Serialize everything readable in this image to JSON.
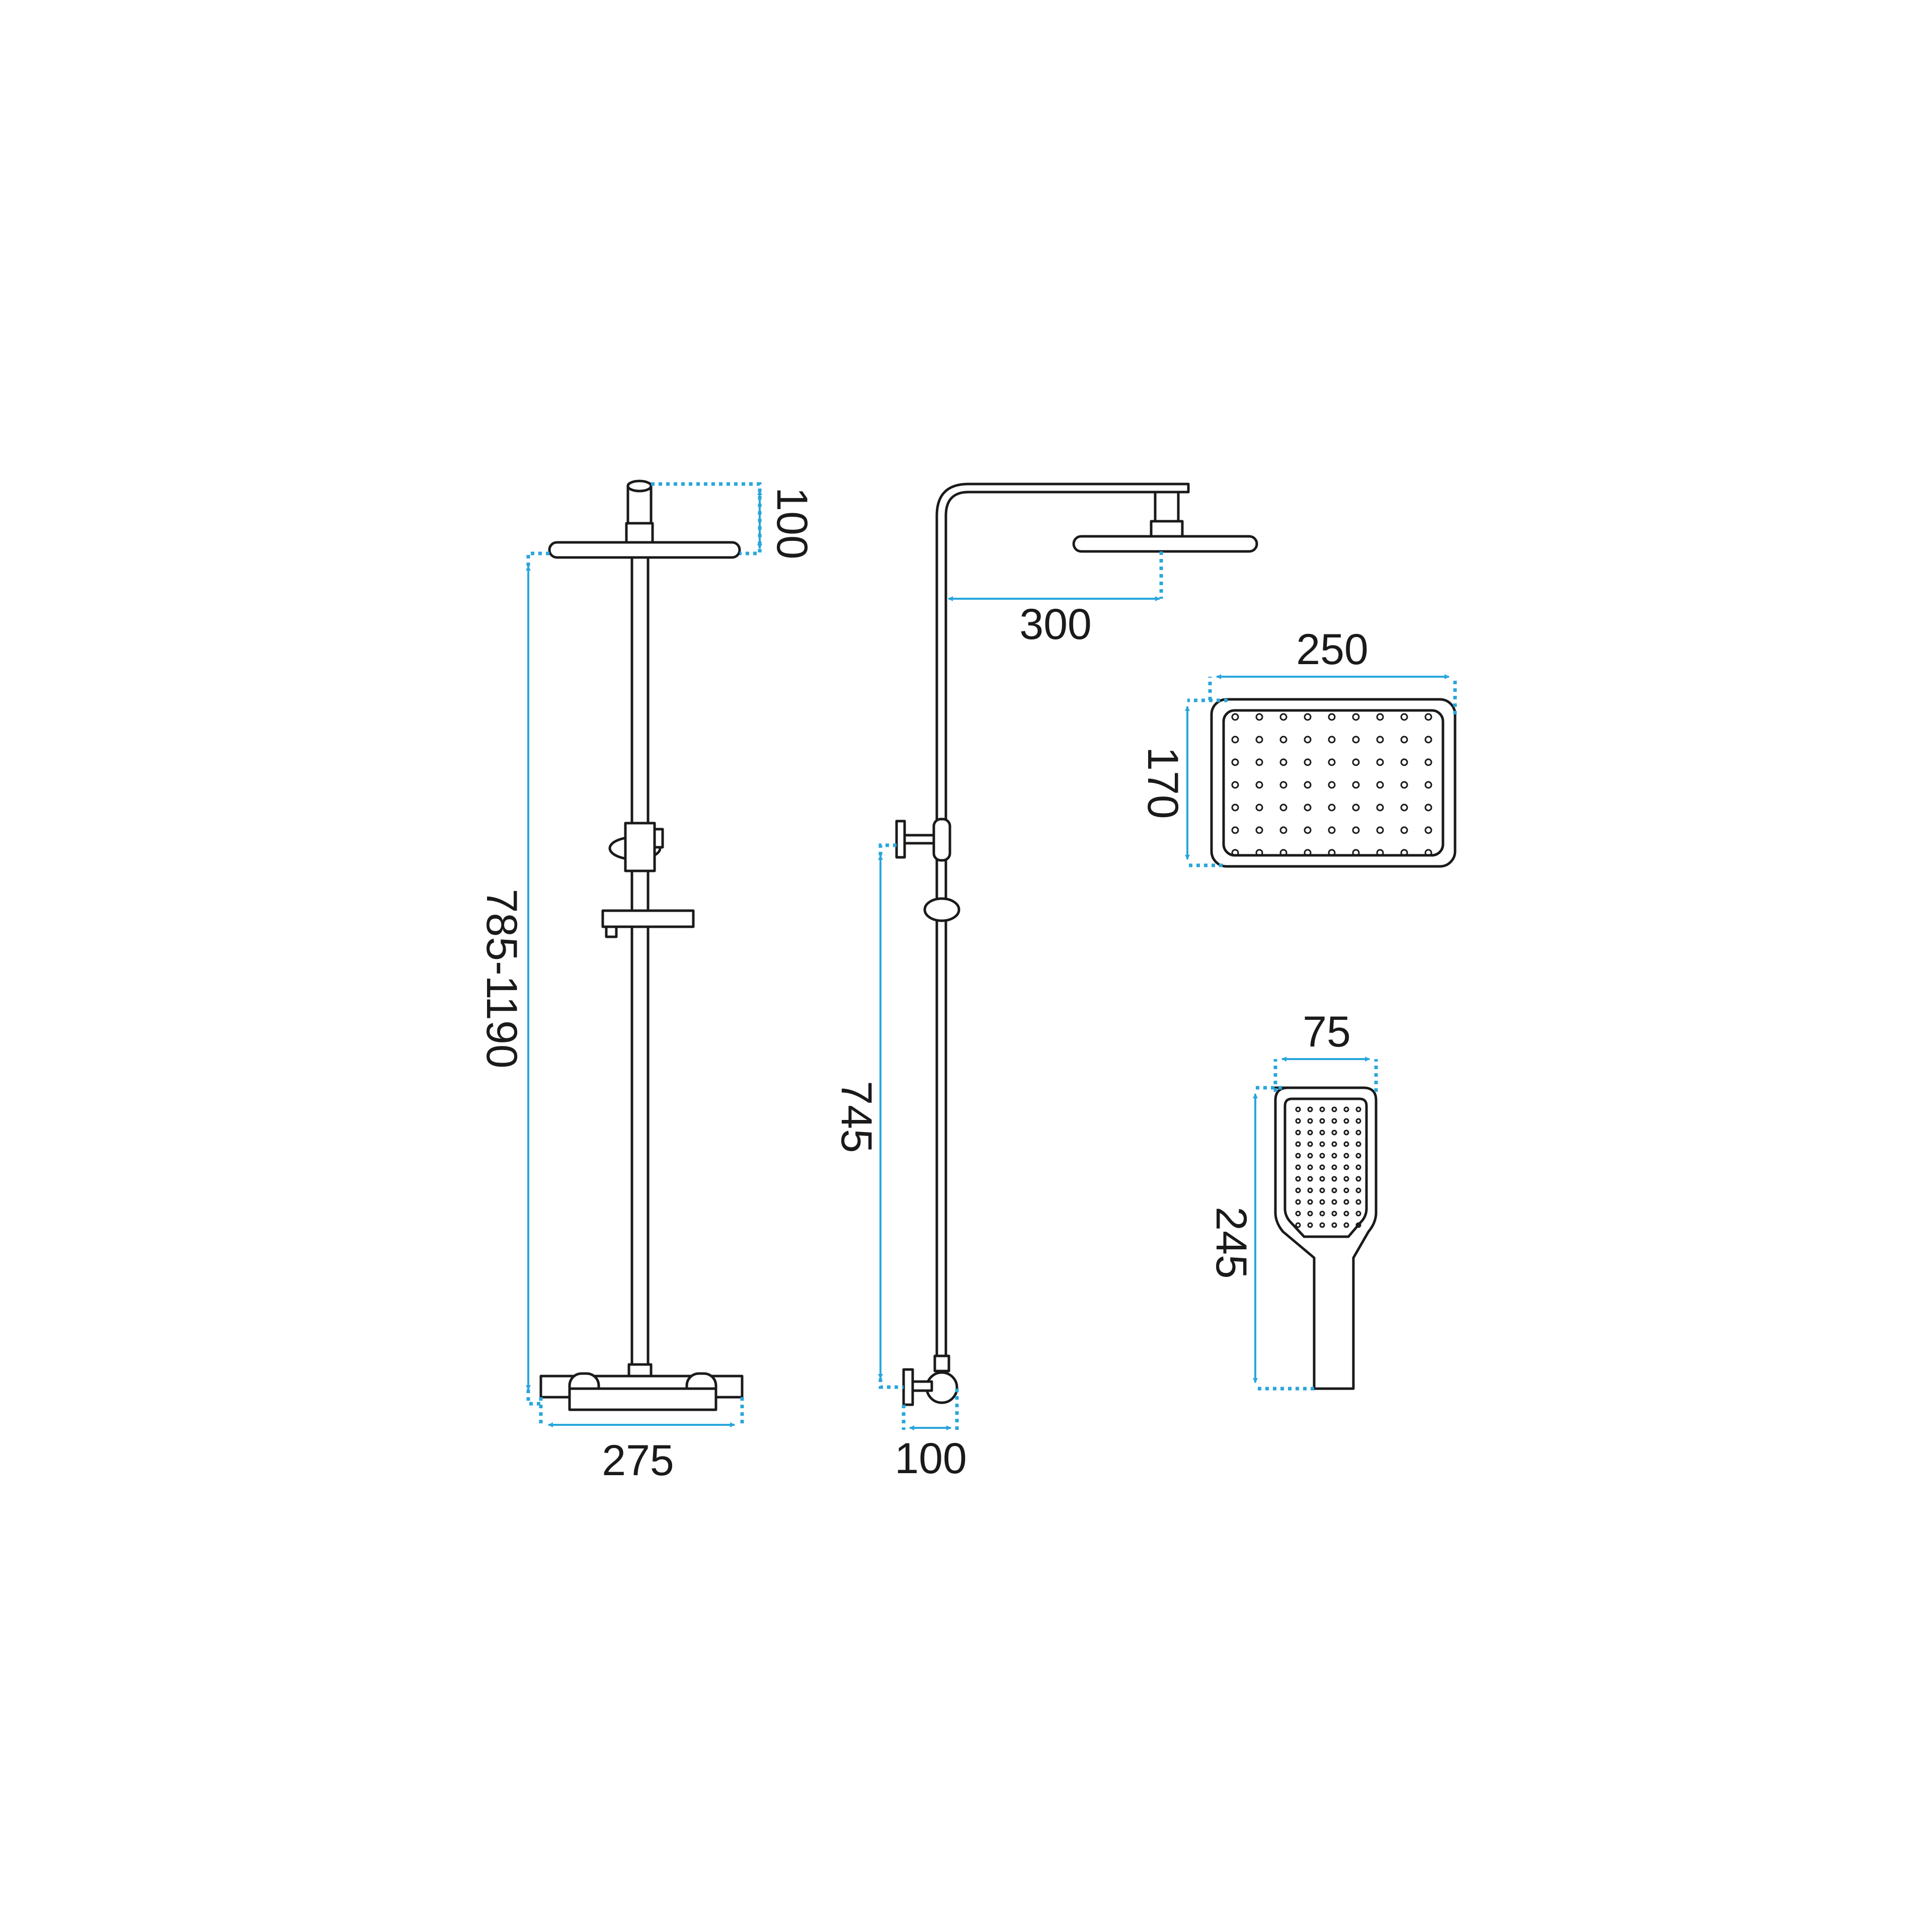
{
  "dimensions": {
    "column_height": "785-1190",
    "head_offset": "100",
    "mixer_width": "275",
    "arm_length": "300",
    "mixer_height": "745",
    "mixer_depth": "100",
    "overhead_width": "250",
    "overhead_depth": "170",
    "hand_width": "75",
    "hand_length": "245"
  },
  "colors": {
    "dimension_line": "#29a6dc",
    "outline": "#1a1a1a",
    "background": "#ffffff"
  }
}
